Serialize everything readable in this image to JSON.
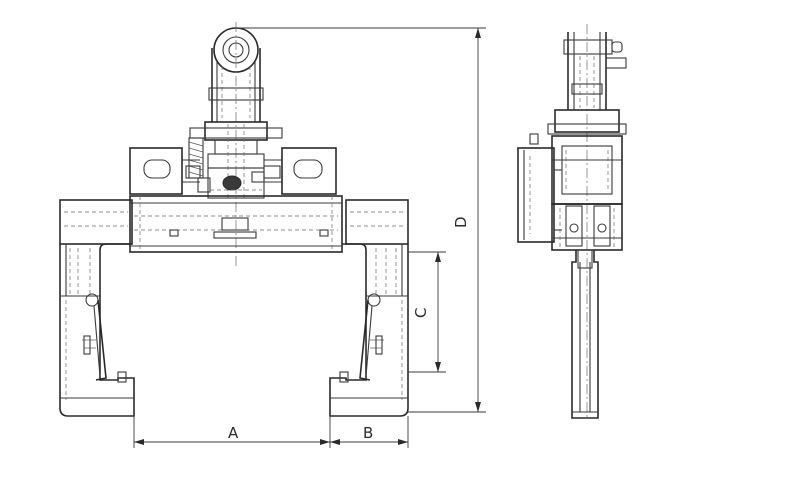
{
  "drawing": {
    "dimensions": {
      "a": "A",
      "b": "B",
      "c": "C",
      "d": "D"
    }
  }
}
